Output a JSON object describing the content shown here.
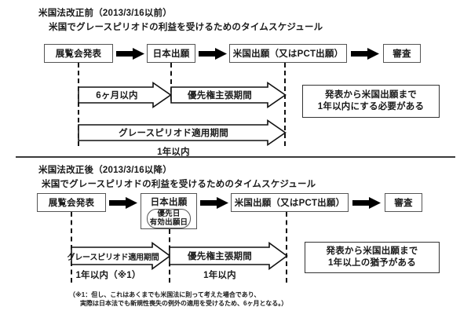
{
  "document": {
    "kind": "timeline-diagram",
    "language": "ja"
  },
  "sections": [
    {
      "id": "before",
      "title": "米国法改正前（2013/3/16以前）",
      "subtitle": "米国でグレースピリオドの利益を受けるためのタイムスケジュール",
      "flow": [
        {
          "label": "展覧会発表"
        },
        {
          "label": "日本出願"
        },
        {
          "label": "米国出願（又はPCT出願）"
        },
        {
          "label": "審査"
        }
      ],
      "bands": [
        {
          "label": "6ヶ月以内",
          "under": ""
        },
        {
          "label": "優先権主張期間",
          "under": ""
        },
        {
          "label": "グレースピリオド適用期間",
          "under": "1年以内"
        }
      ],
      "note": {
        "line1": "発表から米国出願まで",
        "line2": "1年以内にする必要がある"
      }
    },
    {
      "id": "after",
      "title": "米国法改正後（2013/3/16以降）",
      "subtitle": "米国でグレースピリオドの利益を受けるためのタイムスケジュール",
      "flow": [
        {
          "label": "展覧会発表"
        },
        {
          "label": "日本出願",
          "sub_line1": "優先日",
          "sub_line2": "有効出願日"
        },
        {
          "label": "米国出願（又はPCT出願）"
        },
        {
          "label": "審査"
        }
      ],
      "bands": [
        {
          "label": "グレースピリオド適用期間",
          "under": "1年以内（※1）"
        },
        {
          "label": "優先権主張期間",
          "under": "1年以内"
        }
      ],
      "note": {
        "line1": "発表から米国出願まで",
        "line2": "1年以上の猶予がある"
      },
      "footnote": {
        "line1": "（※1：但し、これはあくまでも米国法に則って考えた場合であり、",
        "line2": "実際は日本法でも新規性喪失の例外の適用を受けるため、6ヶ月となる。）"
      }
    }
  ],
  "colors": {
    "ink": "#1a1a1a",
    "box_border": "#555555",
    "note_border": "#333333",
    "divider": "#3a3a3a",
    "background": "#ffffff"
  }
}
